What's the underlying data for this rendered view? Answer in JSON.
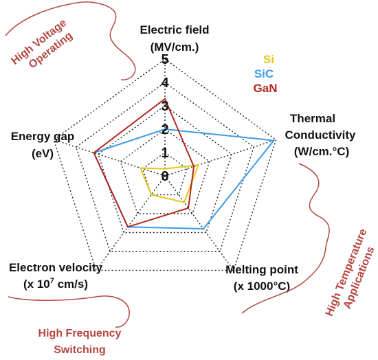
{
  "chart_data": {
    "type": "radar",
    "axes": [
      {
        "label_lines": [
          "Electric field",
          "(MV/cm.)"
        ]
      },
      {
        "label_lines": [
          "Thermal",
          "Conductivity",
          "(W/cm.°C)"
        ]
      },
      {
        "label_lines": [
          "Melting point",
          "(x 1000°C)"
        ]
      },
      {
        "label_lines": [
          "Electron velocity",
          "(x 10",
          "7",
          " cm/s)"
        ]
      },
      {
        "label_lines": [
          "Energy gap",
          "(eV)"
        ]
      }
    ],
    "ticks": [
      "0",
      "1",
      "2",
      "3",
      "4",
      "5"
    ],
    "rlim": [
      0,
      5
    ],
    "grid": true,
    "legend_position": "top-right",
    "series": [
      {
        "name": "Si",
        "color": "#e6c619",
        "values": [
          0.3,
          1.5,
          1.4,
          1.0,
          1.1
        ]
      },
      {
        "name": "SiC",
        "color": "#3b9be8",
        "values": [
          2.0,
          4.9,
          2.8,
          2.7,
          3.2
        ]
      },
      {
        "name": "GaN",
        "color": "#b3261e",
        "values": [
          3.3,
          1.3,
          1.7,
          2.7,
          3.2
        ]
      }
    ]
  },
  "annotations": {
    "high_voltage": [
      "High Voltage",
      "Operating"
    ],
    "high_temperature": [
      "High Temperature",
      "Applications"
    ],
    "high_frequency": [
      "High Frequency",
      "Switching"
    ]
  },
  "annotation_color": "#b5473f"
}
